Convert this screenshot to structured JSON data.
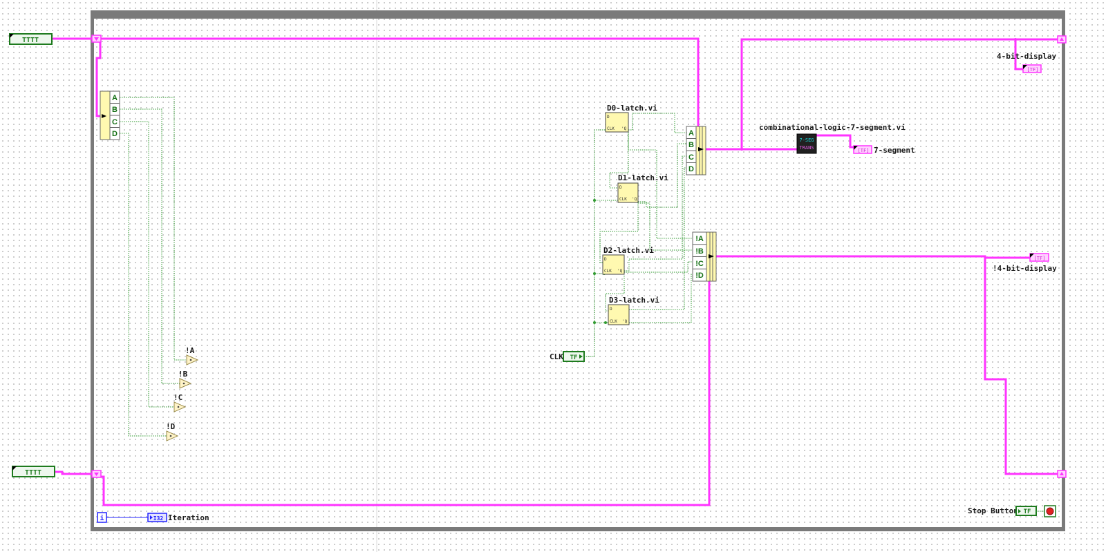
{
  "diagram": {
    "subvis": [
      {
        "id": "d0",
        "label": "D0-latch.vi",
        "in_pin": "D",
        "clk_pin": "CLK",
        "out_pin": "'Q"
      },
      {
        "id": "d1",
        "label": "D1-latch.vi",
        "in_pin": "D",
        "clk_pin": "CLK",
        "out_pin": "'Q"
      },
      {
        "id": "d2",
        "label": "D2-latch.vi",
        "in_pin": "D",
        "clk_pin": "CLK",
        "out_pin": "'Q"
      },
      {
        "id": "d3",
        "label": "D3-latch.vi",
        "in_pin": "D",
        "clk_pin": "CLK",
        "out_pin": "'Q"
      }
    ],
    "seg_vi": {
      "label": "combinational-logic-7-segment.vi",
      "line1": "7-SEG",
      "line2": "TRANS"
    },
    "unbundle_top": [
      "A",
      "B",
      "C",
      "D"
    ],
    "bundle_main": [
      "A",
      "B",
      "C",
      "D"
    ],
    "bundle_not": [
      "!A",
      "!B",
      "!C",
      "!D"
    ],
    "not_labels": [
      "!A",
      "!B",
      "!C",
      "!D"
    ],
    "indicators": {
      "four_bit": "4-bit-display",
      "not_four_bit": "!4-bit-display",
      "seven_segment": "7-segment",
      "iteration": "Iteration",
      "stop": "Stop Button"
    },
    "controls": {
      "clk": "CLK"
    },
    "tags": {
      "bool": "TF",
      "i32": "I32",
      "i": "i"
    },
    "terminal_glyphs": {
      "cluster": "TTTT",
      "array": "[TF]"
    },
    "colors": {
      "wire_pink": "#ff33ff",
      "wire_green": "#2f9a2f",
      "loop_gray": "#7a7a7a"
    }
  }
}
